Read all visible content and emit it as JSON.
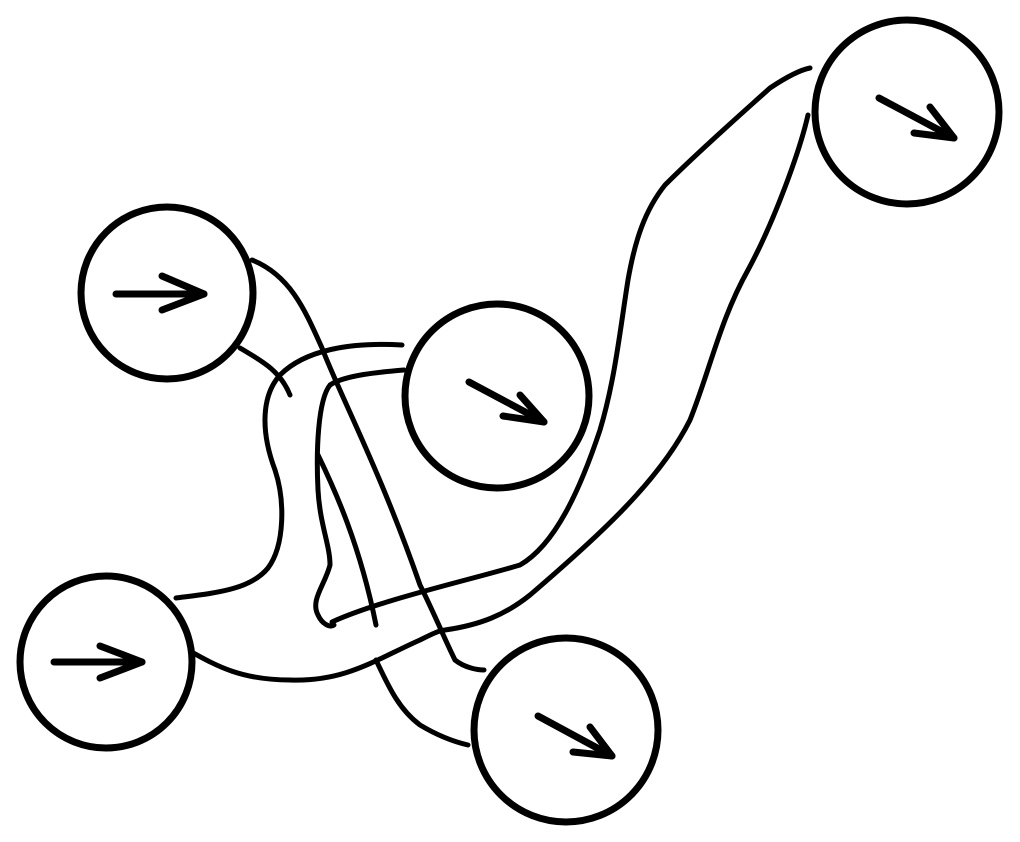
{
  "colors": {
    "background": "#ffffff",
    "stroke": "#000000"
  },
  "nodes": [
    {
      "id": "node-left-upper",
      "icon": "arrow-right-icon",
      "direction": "right"
    },
    {
      "id": "node-center",
      "icon": "arrow-down-right-icon",
      "direction": "down-right"
    },
    {
      "id": "node-top-right",
      "icon": "arrow-down-right-icon",
      "direction": "down-right"
    },
    {
      "id": "node-bottom-left",
      "icon": "arrow-right-icon",
      "direction": "right"
    },
    {
      "id": "node-bottom-center",
      "icon": "arrow-down-right-icon",
      "direction": "down-right"
    }
  ],
  "connections": [
    {
      "from": "node-left-upper",
      "to": "node-bottom-center"
    },
    {
      "from": "node-left-upper",
      "to": "node-bottom-center"
    },
    {
      "from": "node-bottom-left",
      "to": "node-center"
    },
    {
      "from": "node-bottom-left",
      "to": "node-top-right"
    },
    {
      "from": "node-bottom-left",
      "to": "node-top-right"
    },
    {
      "from": "node-center",
      "to": "node-bottom-center"
    }
  ]
}
